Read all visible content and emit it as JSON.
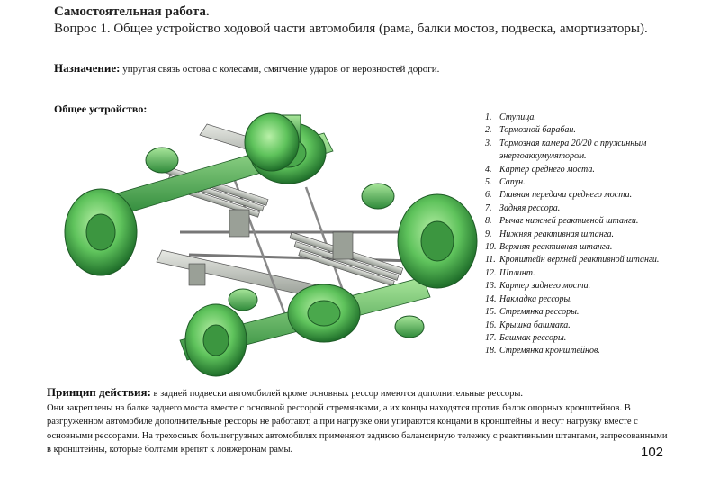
{
  "header": {
    "title_bold": "Самостоятельная работа.",
    "question": "Вопрос 1. Общее устройство ходовой части автомобиля (рама, балки мостов, подвеска, амортизаторы)."
  },
  "purpose": {
    "label": "Назначение:",
    "text": "упругая связь остова с колесами, смягчение ударов от неровностей дороги."
  },
  "general": {
    "label": "Общее устройство:"
  },
  "parts": [
    {
      "num": "1.",
      "text": "Ступица."
    },
    {
      "num": "2.",
      "text": "Тормозной барабан."
    },
    {
      "num": "3.",
      "text": "Тормозная камера 20/20 с пружинным энергоаккумулятором."
    },
    {
      "num": "4.",
      "text": "Картер среднего моста."
    },
    {
      "num": "5.",
      "text": "Сапун."
    },
    {
      "num": "6.",
      "text": "Главная передача среднего моста."
    },
    {
      "num": "7.",
      "text": "Задняя рессора."
    },
    {
      "num": "8.",
      "text": "Рычаг нижней реактивной штанги."
    },
    {
      "num": "9.",
      "text": "Нижняя реактивная штанга."
    },
    {
      "num": "10.",
      "text": "Верхняя реактивная штанга."
    },
    {
      "num": "11.",
      "text": "Кронштейн верхней реактивной штанги."
    },
    {
      "num": "12.",
      "text": "Шплинт."
    },
    {
      "num": "13.",
      "text": "Картер заднего моста."
    },
    {
      "num": "14.",
      "text": "Накладка рессоры."
    },
    {
      "num": "15.",
      "text": "Стремянка рессоры."
    },
    {
      "num": "16.",
      "text": "Крышка башмака."
    },
    {
      "num": "17.",
      "text": "Башмак рессоры."
    },
    {
      "num": "18.",
      "text": "Стремянка кронштейнов."
    }
  ],
  "principle": {
    "label": "Принцип действия:",
    "text_first": "в задней подвески автомобилей кроме основных рессор имеются дополнительные рессоры.",
    "text_rest": "Они закреплены на балке заднего моста вместе с основной рессорой стремянками, а их концы находятся против балок опорных кронштейнов. В разгруженном автомобиле дополнительные рессоры не работают, а при нагрузке они упираются концами в кронштейны и несут нагрузку вместе с основными рессорами. На трехосных большегрузных автомобилях применяют заднюю балансирную тележку с реактивными штангами, запресованными в кронштейны, которые болтами крепят к лонжеронам рамы."
  },
  "page_number": "102",
  "colors": {
    "part_green": "#6fd06f",
    "part_green_dark": "#2f8a3a",
    "frame_gray": "#bfc4bc"
  }
}
